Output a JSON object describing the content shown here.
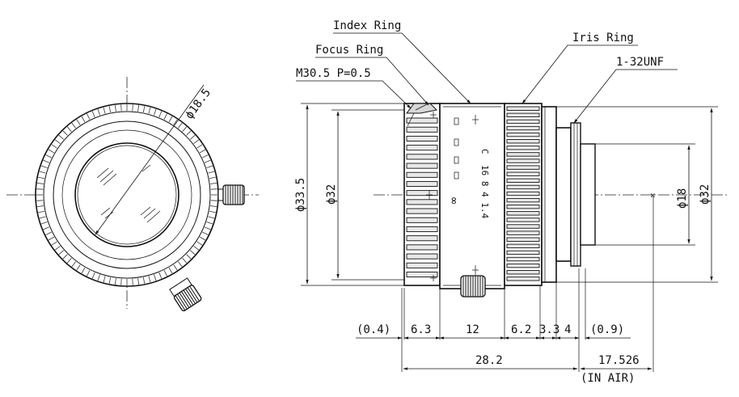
{
  "front_view": {
    "diameter_label": "ϕ18.5"
  },
  "side_view": {
    "callouts": {
      "index_ring": "Index Ring",
      "focus_ring": "Focus Ring",
      "thread": "M30.5 P=0.5",
      "iris_ring": "Iris Ring",
      "mount_thread": "1-32UNF"
    },
    "barrel_markings": {
      "mount_letter": "C",
      "f_stops": "16 8 4 1.4",
      "infinity": "∞"
    },
    "vertical_dims": {
      "outer": "ϕ33.5",
      "inner": "ϕ32",
      "mount": "ϕ18",
      "rear": "ϕ32"
    },
    "horizontal_dims": {
      "seg1": "(0.4)",
      "seg2": "6.3",
      "seg3": "12",
      "seg4": "6.2",
      "seg5": "3.3",
      "seg6": "4",
      "seg7": "(0.9)",
      "total": "28.2",
      "flange_back": "17.526",
      "flange_note": "(IN AIR)"
    }
  }
}
